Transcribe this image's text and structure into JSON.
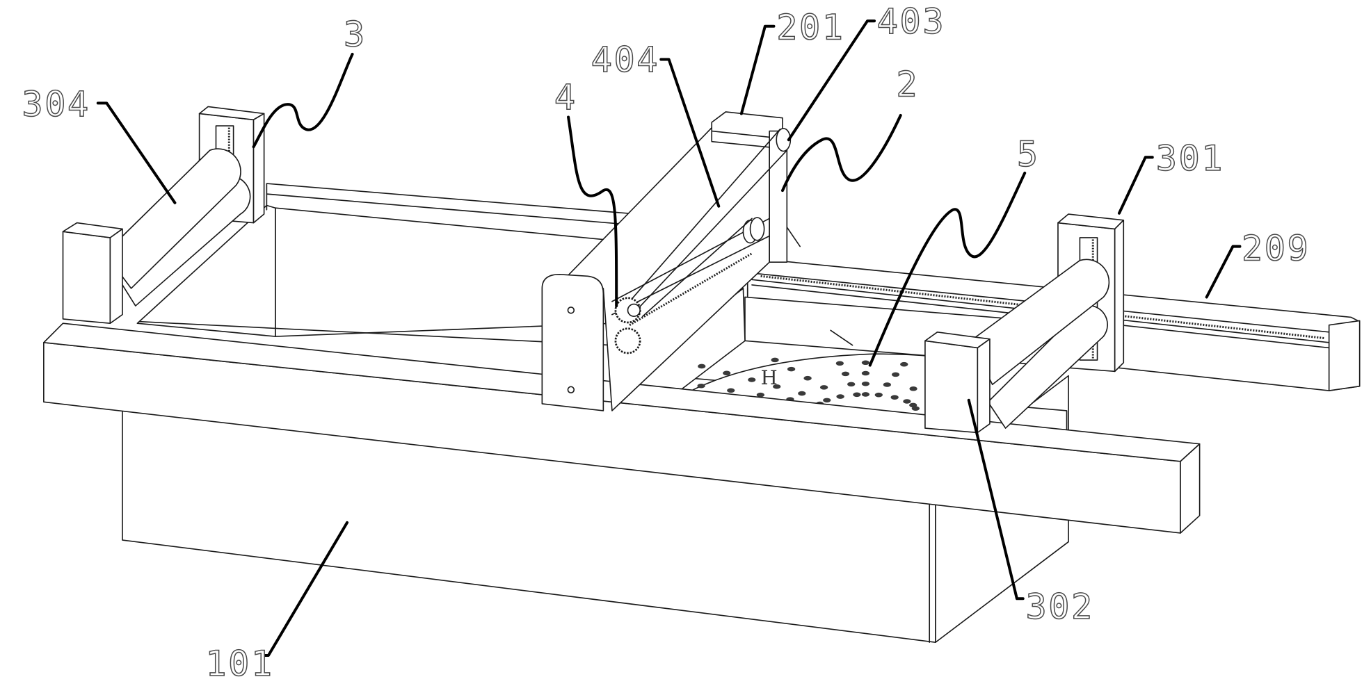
{
  "figure": {
    "type": "patent isometric line drawing",
    "line_color": "#1a1a1a",
    "leader_color": "#000000",
    "label_color": "#4a4a4a",
    "background": "#ffffff"
  },
  "labels": {
    "l304": "304",
    "l3": "3",
    "l4": "4",
    "l404": "404",
    "l201": "201",
    "l403": "403",
    "l2": "2",
    "l5": "5",
    "l301": "301",
    "l209": "209",
    "l302": "302",
    "l101": "101"
  },
  "disc_mark": "H"
}
